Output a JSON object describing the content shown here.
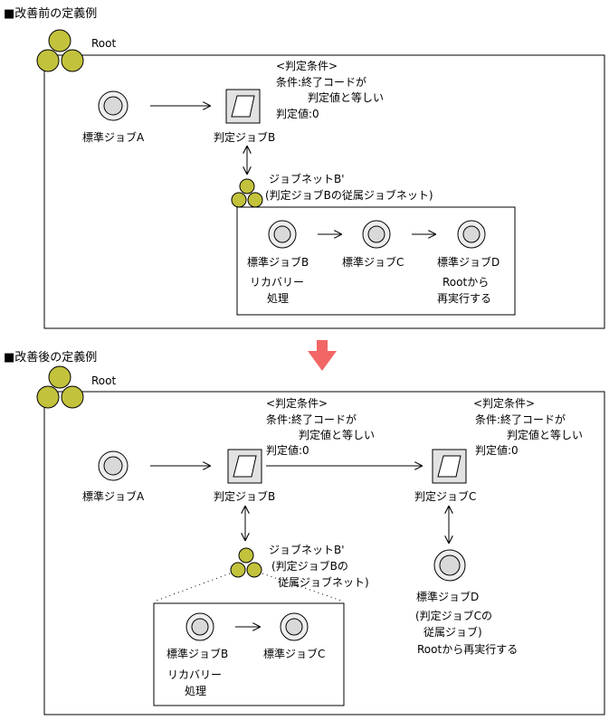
{
  "before": {
    "title": "■改善前の定義例",
    "root_label": "Root",
    "job_a": "標準ジョブA",
    "judge_b": "判定ジョブB",
    "cond_header": "<判定条件>",
    "cond_line1": "条件:終了コードが",
    "cond_line2": "判定値と等しい",
    "cond_value": "判定値:0",
    "net_name": "ジョブネットB'",
    "net_desc": "(判定ジョブBの従属ジョブネット)",
    "net_job_b": "標準ジョブB",
    "net_job_b_note1": "リカバリー",
    "net_job_b_note2": "処理",
    "net_job_c": "標準ジョブC",
    "net_job_d": "標準ジョブD",
    "net_job_d_note1": "Rootから",
    "net_job_d_note2": "再実行する"
  },
  "after": {
    "title": "■改善後の定義例",
    "root_label": "Root",
    "job_a": "標準ジョブA",
    "judge_b": "判定ジョブB",
    "cond_b_header": "<判定条件>",
    "cond_b_line1": "条件:終了コードが",
    "cond_b_line2": "判定値と等しい",
    "cond_b_value": "判定値:0",
    "judge_c": "判定ジョブC",
    "cond_c_header": "<判定条件>",
    "cond_c_line1": "条件:終了コードが",
    "cond_c_line2": "判定値と等しい",
    "cond_c_value": "判定値:0",
    "net_name": "ジョブネットB'",
    "net_desc1": "(判定ジョブBの",
    "net_desc2": "従属ジョブネット)",
    "net_job_b": "標準ジョブB",
    "net_job_b_note1": "リカバリー",
    "net_job_b_note2": "処理",
    "net_job_c": "標準ジョブC",
    "job_d": "標準ジョブD",
    "job_d_note1": "(判定ジョブCの",
    "job_d_note2": "従属ジョブ)",
    "job_d_note3": "Rootから再実行する"
  },
  "colors": {
    "jobnet_circle": "#c2c23c",
    "transition_arrow": "#f26666"
  }
}
